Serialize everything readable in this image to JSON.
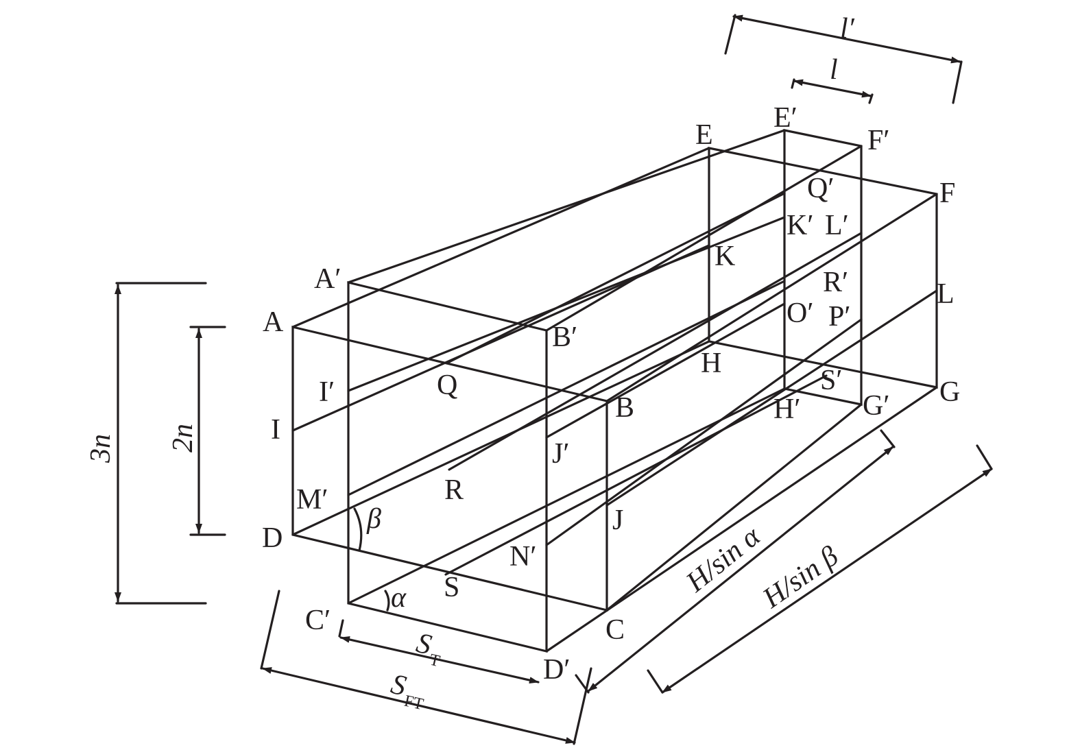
{
  "points": {
    "A": "A",
    "A_p": "A′",
    "B": "B",
    "B_p": "B′",
    "C": "C",
    "C_p": "C′",
    "D": "D",
    "D_p": "D′",
    "E": "E",
    "E_p": "E′",
    "F": "F",
    "F_p": "F′",
    "G": "G",
    "G_p": "G′",
    "H": "H",
    "H_p": "H′",
    "I": "I",
    "I_p": "I′",
    "J": "J",
    "J_p": "J′",
    "K": "K",
    "K_p": "K′",
    "L": "L",
    "L_p": "L′",
    "M_p": "M′",
    "N_p": "N′",
    "O_p": "O′",
    "P_p": "P′",
    "Q": "Q",
    "Q_p": "Q′",
    "R": "R",
    "R_p": "R′",
    "S": "S",
    "S_p": "S′"
  },
  "angles": {
    "alpha": "α",
    "beta": "β"
  },
  "dimensions": {
    "three_n": "3n",
    "two_n": "2n",
    "l": "l",
    "l_prime": "l′",
    "S_T_main": "S",
    "S_T_sub": "T",
    "S_FT_main": "S",
    "S_FT_sub": "FT",
    "h_sin_alpha": "H/sin α",
    "h_sin_beta": "H/sin β"
  }
}
